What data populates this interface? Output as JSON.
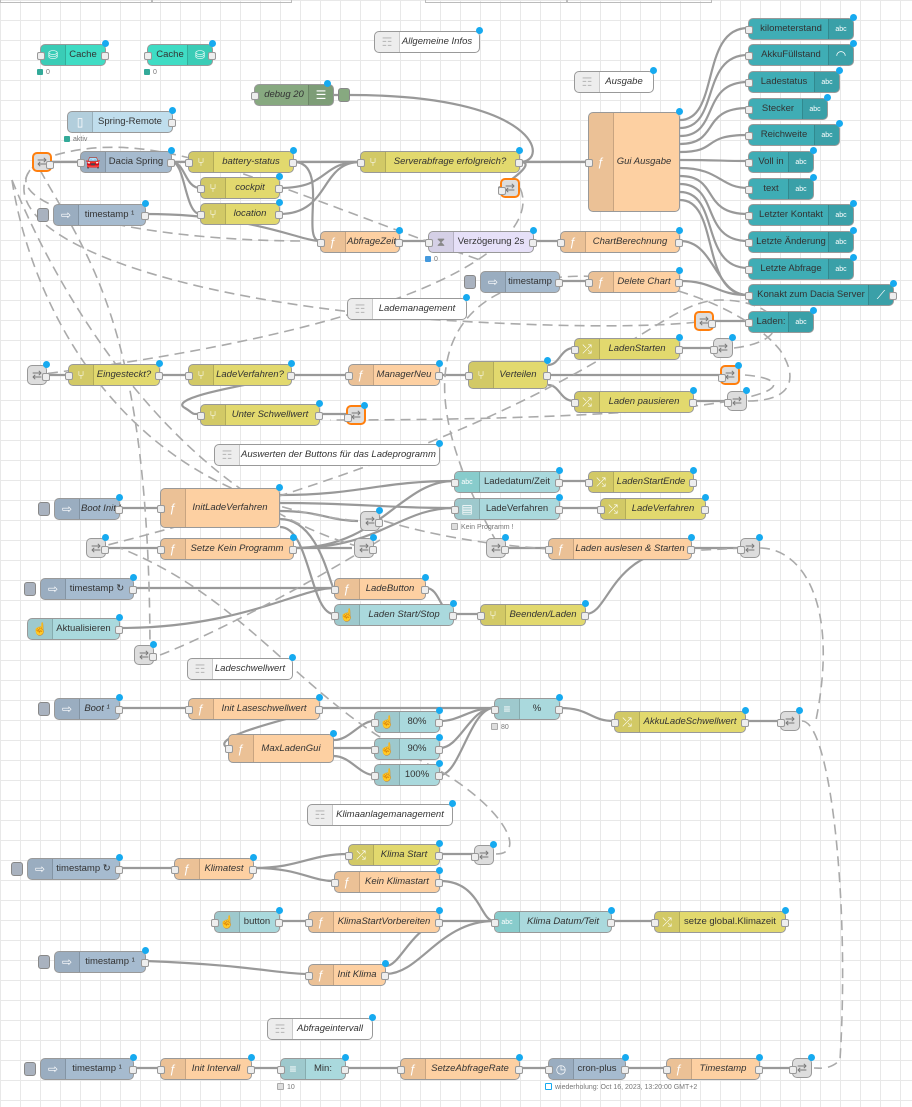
{
  "header": {
    "tabs": [
      "",
      "",
      "",
      ""
    ]
  },
  "nodes": {
    "cache1": "Cache",
    "cache1_status": "0",
    "cache2": "Cache",
    "cache2_status": "0",
    "allgemeine_infos": "Allgemeine Infos",
    "ausgabe": "Ausgabe",
    "debug20": "debug 20",
    "spring_remote": "Spring-Remote",
    "spring_remote_status": "aktiv",
    "dacia_spring": "Dacia Spring",
    "battery_status": "battery-status",
    "cockpit": "cockpit",
    "location": "location",
    "serverabfrage": "Serverabfrage erfolgreich?",
    "gui_ausgabe": "Gui Ausgabe",
    "timestamp_a": "timestamp ¹",
    "abfragezeit": "AbfrageZeit",
    "verzoegerung": "Verzögerung 2s",
    "verzoegerung_status": "0",
    "chartberechnung": "ChartBerechnung",
    "timestamp_b": "timestamp",
    "delete_chart": "Delete Chart",
    "lademanagement": "Lademanagement",
    "eingesteckt": "Eingesteckt?",
    "ladeverfahren_q": "LadeVerfahren?",
    "managerneu": "ManagerNeu",
    "verteilen": "Verteilen",
    "laden_starten": "LadenStarten",
    "laden_pausieren": "Laden pausieren",
    "unter_schwellwert": "Unter Schwellwert",
    "auswerten": "Auswerten der Buttons für das Ladeprogramm",
    "boot_init": "Boot Init ¹",
    "initladeverfahren": "InitLadeVerfahren",
    "ladedatum_zeit": "Ladedatum/Zeit",
    "ladenstartende": "LadenStartEnde",
    "ladeverfahren_ui": "LadeVerfahren",
    "ladeverfahren_ui_status": "Kein Programm !",
    "ladeverfahren_change": "LadeVerfahren",
    "setze_kein_programm": "Setze Kein Programm",
    "laden_auslesen": "Laden auslesen & Starten",
    "timestamp_c": "timestamp ↻",
    "ladebutton": "LadeButton",
    "aktualisieren": "Aktualisieren",
    "laden_start_stop": "Laden Start/Stop",
    "beenden_laden": "Beenden/Laden",
    "ladeschwellwert": "Ladeschwellwert",
    "boot1": "Boot ¹",
    "init_laseschwellwert": "Init Laseschwellwert",
    "percent": "%",
    "percent_status": "80",
    "akkuladeschwellwert": "AkkuLadeSchwellwert",
    "btn80": "80%",
    "maxladengui": "MaxLadenGui",
    "btn90": "90%",
    "btn100": "100%",
    "klimaanlagemanagement": "Klimaanlagemanagement",
    "timestamp_d": "timestamp ↻",
    "klimatest": "Klimatest",
    "klima_start": "Klima Start",
    "kein_klimastart": "Kein Klimastart",
    "button": "button",
    "klimastartvorbereiten": "KlimaStartVorbereiten",
    "klima_datum_teit": "Klima Datum/Teit",
    "setze_global_klimazeit": "setze global.Klimazeit",
    "timestamp_e": "timestamp ¹",
    "init_klima": "Init Klima",
    "abfrageintervall": "Abfrageintervall",
    "timestamp_f": "timestamp ¹",
    "init_intervall": "Init Intervall",
    "min": "Min:",
    "min_status": "10",
    "setzeabfragerate": "SetzeAbfrageRate",
    "cron_plus": "cron-plus",
    "cron_plus_status": "wiederholung: Oct 16, 2023, 13:20:00 GMT+2",
    "timestamp_g": "Timestamp",
    "kilometerstand": "kilometerstand",
    "akkufuellstand": "AkkuFüllstand",
    "ladestatus": "Ladestatus",
    "stecker": "Stecker",
    "reichweite": "Reichweite",
    "voll_in": "Voll in",
    "text": "text",
    "letzter_kontakt": "Letzter Kontakt",
    "letzte_aenderung": "Letzte Änderung",
    "letzte_abfrage": "Letzte Abfrage",
    "konakt": "Konakt zum Dacia Server",
    "laden": "Laden:"
  },
  "icons": {
    "function": "ƒ",
    "switch": "⑂",
    "change": "⤮",
    "inject": "⇨",
    "text": "abc",
    "button": "☝",
    "comment": "☶",
    "link": "⇄",
    "cache": "⛁",
    "delay": "⧗"
  },
  "colors": {
    "function": "#fdd0a2",
    "switch": "#e2d96e",
    "inject": "#a6bbcf",
    "ui": "#3fadb5",
    "cache": "#3fdcc4",
    "debug": "#87a980",
    "link_highlight": "#ff7f0e",
    "status_dot": "#16aaf0"
  }
}
